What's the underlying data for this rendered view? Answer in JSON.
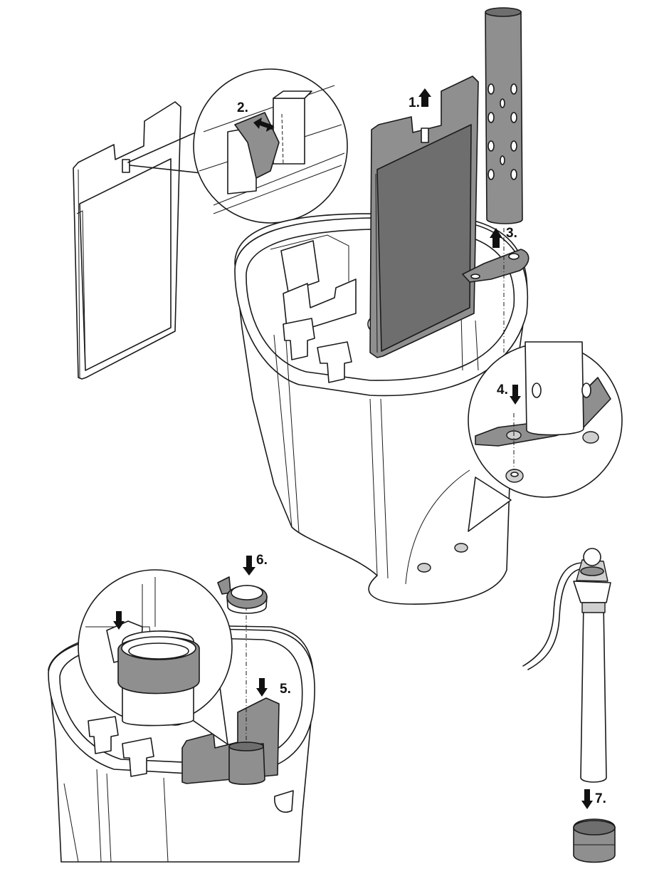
{
  "steps": {
    "s1": "1.",
    "s2": "2.",
    "s3": "3.",
    "s4": "4.",
    "s5": "5.",
    "s6": "6.",
    "s7": "7."
  },
  "colors": {
    "part_grey": "#8f8f8f",
    "line": "#1a1a1a",
    "background": "#ffffff"
  }
}
